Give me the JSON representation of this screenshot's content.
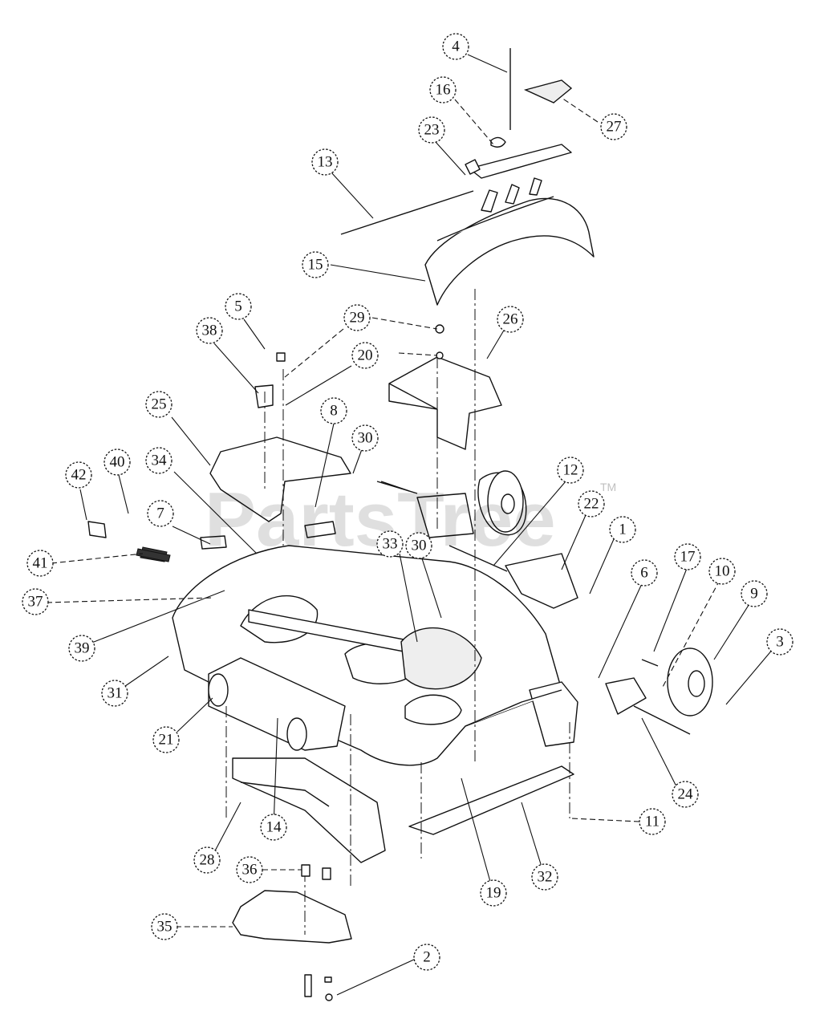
{
  "watermark": {
    "text": "PartsTree",
    "trademark": "TM"
  },
  "callouts": [
    {
      "id": "c4",
      "label": "4"
    },
    {
      "id": "c16",
      "label": "16"
    },
    {
      "id": "c27",
      "label": "27"
    },
    {
      "id": "c23",
      "label": "23"
    },
    {
      "id": "c13",
      "label": "13"
    },
    {
      "id": "c15",
      "label": "15"
    },
    {
      "id": "c5",
      "label": "5"
    },
    {
      "id": "c29",
      "label": "29"
    },
    {
      "id": "c26",
      "label": "26"
    },
    {
      "id": "c38",
      "label": "38"
    },
    {
      "id": "c20",
      "label": "20"
    },
    {
      "id": "c25",
      "label": "25"
    },
    {
      "id": "c8",
      "label": "8"
    },
    {
      "id": "c30a",
      "label": "30"
    },
    {
      "id": "c34",
      "label": "34"
    },
    {
      "id": "c40",
      "label": "40"
    },
    {
      "id": "c42",
      "label": "42"
    },
    {
      "id": "c12",
      "label": "12"
    },
    {
      "id": "c22",
      "label": "22"
    },
    {
      "id": "c7",
      "label": "7"
    },
    {
      "id": "c1",
      "label": "1"
    },
    {
      "id": "c41",
      "label": "41"
    },
    {
      "id": "c33",
      "label": "33"
    },
    {
      "id": "c30b",
      "label": "30"
    },
    {
      "id": "c17",
      "label": "17"
    },
    {
      "id": "c6",
      "label": "6"
    },
    {
      "id": "c10",
      "label": "10"
    },
    {
      "id": "c9",
      "label": "9"
    },
    {
      "id": "c37",
      "label": "37"
    },
    {
      "id": "c39",
      "label": "39"
    },
    {
      "id": "c3",
      "label": "3"
    },
    {
      "id": "c31",
      "label": "31"
    },
    {
      "id": "c21",
      "label": "21"
    },
    {
      "id": "c24",
      "label": "24"
    },
    {
      "id": "c14",
      "label": "14"
    },
    {
      "id": "c11",
      "label": "11"
    },
    {
      "id": "c28",
      "label": "28"
    },
    {
      "id": "c32",
      "label": "32"
    },
    {
      "id": "c19",
      "label": "19"
    },
    {
      "id": "c36",
      "label": "36"
    },
    {
      "id": "c35",
      "label": "35"
    },
    {
      "id": "c2",
      "label": "2"
    }
  ]
}
